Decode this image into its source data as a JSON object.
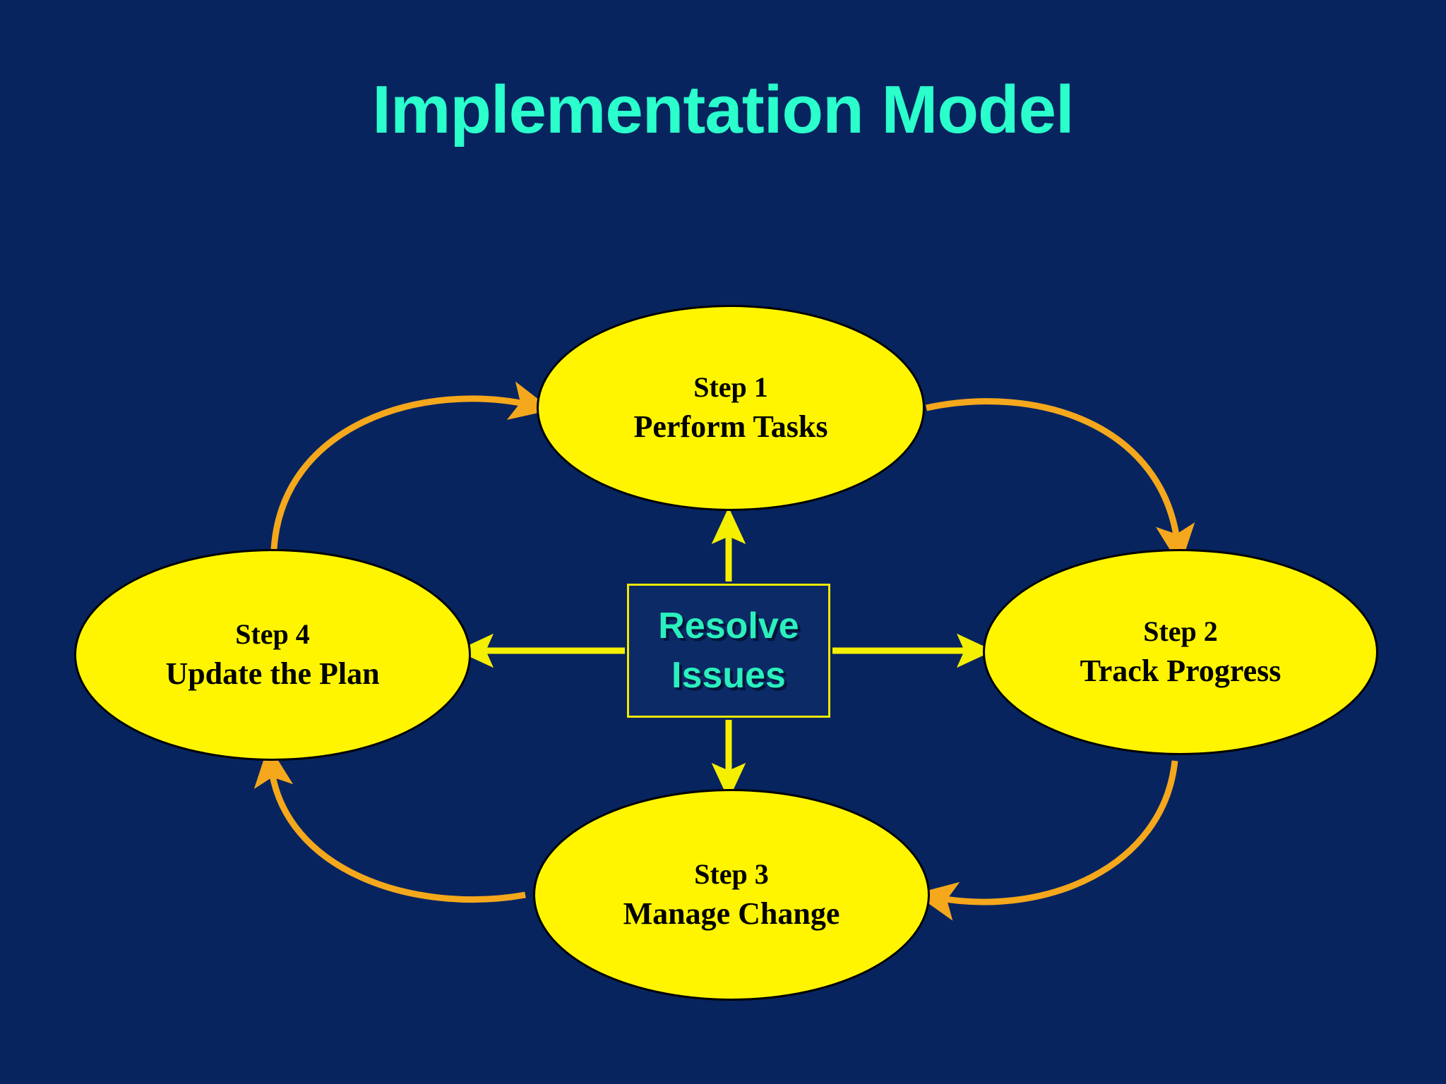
{
  "slide": {
    "title": "Implementation Model",
    "background_color": "#07245e",
    "title_color": "#2bffcc"
  },
  "center": {
    "name": "Resolve Issues",
    "line1": "Resolve",
    "line2": "Issues",
    "text_color": "#2bf0bd",
    "border_color": "#f2e800",
    "fill_color": "#0b2a66"
  },
  "nodes": [
    {
      "id": "step1",
      "step_label": "Step 1",
      "action_label": "Perform Tasks",
      "position": "top",
      "fill_color": "#fff500",
      "outline_color": "#000000",
      "text_color": "#000000"
    },
    {
      "id": "step2",
      "step_label": "Step 2",
      "action_label": "Track Progress",
      "position": "right",
      "fill_color": "#fff500",
      "outline_color": "#000000",
      "text_color": "#000000"
    },
    {
      "id": "step3",
      "step_label": "Step 3",
      "action_label": "Manage Change",
      "position": "bottom",
      "fill_color": "#fff500",
      "outline_color": "#000000",
      "text_color": "#000000"
    },
    {
      "id": "step4",
      "step_label": "Step 4",
      "action_label": "Update the Plan",
      "position": "left",
      "fill_color": "#fff500",
      "outline_color": "#000000",
      "text_color": "#000000"
    }
  ],
  "cycle_arrows": [
    {
      "id": "arc-step4-to-step1",
      "from": "Step 4",
      "to": "Step 1",
      "color": "#f5a81c",
      "style": "curved"
    },
    {
      "id": "arc-step1-to-step2",
      "from": "Step 1",
      "to": "Step 2",
      "color": "#f5a81c",
      "style": "curved"
    },
    {
      "id": "arc-step2-to-step3",
      "from": "Step 2",
      "to": "Step 3",
      "color": "#f5a81c",
      "style": "curved"
    },
    {
      "id": "arc-step3-to-step4",
      "from": "Step 3",
      "to": "Step 4",
      "color": "#f5a81c",
      "style": "curved"
    }
  ],
  "center_arrows": [
    {
      "id": "arrow-center-up",
      "from": "Resolve Issues",
      "to": "Step 1",
      "color": "#f5ef00",
      "style": "straight"
    },
    {
      "id": "arrow-center-right",
      "from": "Resolve Issues",
      "to": "Step 2",
      "color": "#f5ef00",
      "style": "straight"
    },
    {
      "id": "arrow-center-down",
      "from": "Resolve Issues",
      "to": "Step 3",
      "color": "#f5ef00",
      "style": "straight"
    },
    {
      "id": "arrow-center-left",
      "from": "Resolve Issues",
      "to": "Step 4",
      "color": "#f5ef00",
      "style": "straight"
    }
  ]
}
